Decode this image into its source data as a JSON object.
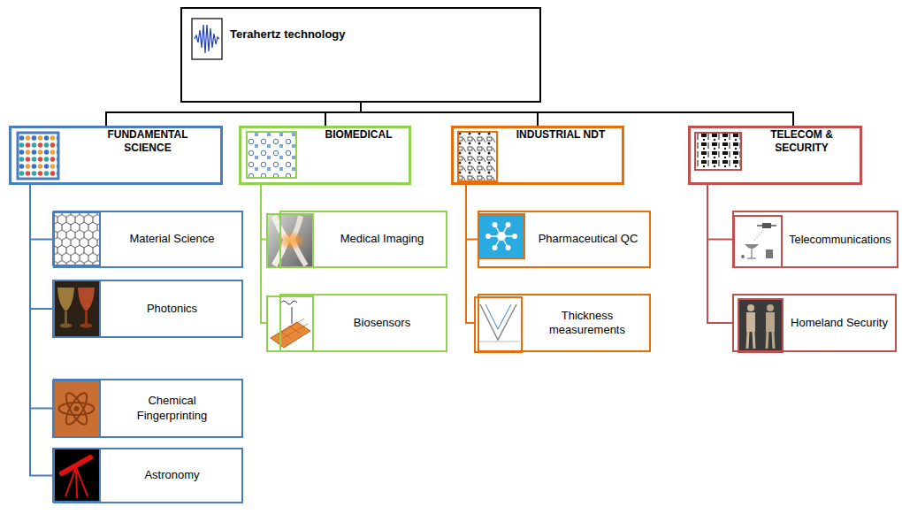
{
  "diagram": {
    "nodes": [
      {
        "text": [
          "Terahertz technology"
        ]
      },
      {
        "text": [
          "FUNDAMENTAL SCIENCE"
        ]
      },
      {
        "text": [
          "Material Science"
        ]
      },
      {
        "text": [
          "Photonics"
        ]
      },
      {
        "text": [
          "Chemical Fingerprinting"
        ]
      },
      {
        "text": [
          "Astronomy"
        ]
      },
      {
        "text": [
          "BIOMEDICAL"
        ]
      },
      {
        "text": [
          "Medical Imaging"
        ]
      },
      {
        "text": [
          "Biosensors"
        ]
      },
      {
        "text": [
          "INDUSTRIAL NDT"
        ]
      },
      {
        "text": [
          "Pharmaceutical QC"
        ]
      },
      {
        "text": [
          "Thickness measurements"
        ]
      },
      {
        "text": [
          "TELECOM & SECURITY"
        ]
      },
      {
        "text": [
          "Telecommunications"
        ]
      },
      {
        "text": [
          "Homeland Security"
        ]
      }
    ],
    "edges": [
      {
        "from": 0,
        "to": 1,
        "arrow": "none"
      },
      {
        "from": 0,
        "to": 6,
        "arrow": "none"
      },
      {
        "from": 0,
        "to": 9,
        "arrow": "none"
      },
      {
        "from": 0,
        "to": 12,
        "arrow": "none"
      },
      {
        "from": 1,
        "to": 2,
        "arrow": "none"
      },
      {
        "from": 1,
        "to": 3,
        "arrow": "none"
      },
      {
        "from": 1,
        "to": 4,
        "arrow": "none"
      },
      {
        "from": 1,
        "to": 5,
        "arrow": "none"
      },
      {
        "from": 6,
        "to": 7,
        "arrow": "none"
      },
      {
        "from": 6,
        "to": 8,
        "arrow": "none"
      },
      {
        "from": 9,
        "to": 10,
        "arrow": "none"
      },
      {
        "from": 9,
        "to": 11,
        "arrow": "none"
      },
      {
        "from": 12,
        "to": 13,
        "arrow": "none"
      },
      {
        "from": 12,
        "to": 14,
        "arrow": "none"
      }
    ]
  }
}
